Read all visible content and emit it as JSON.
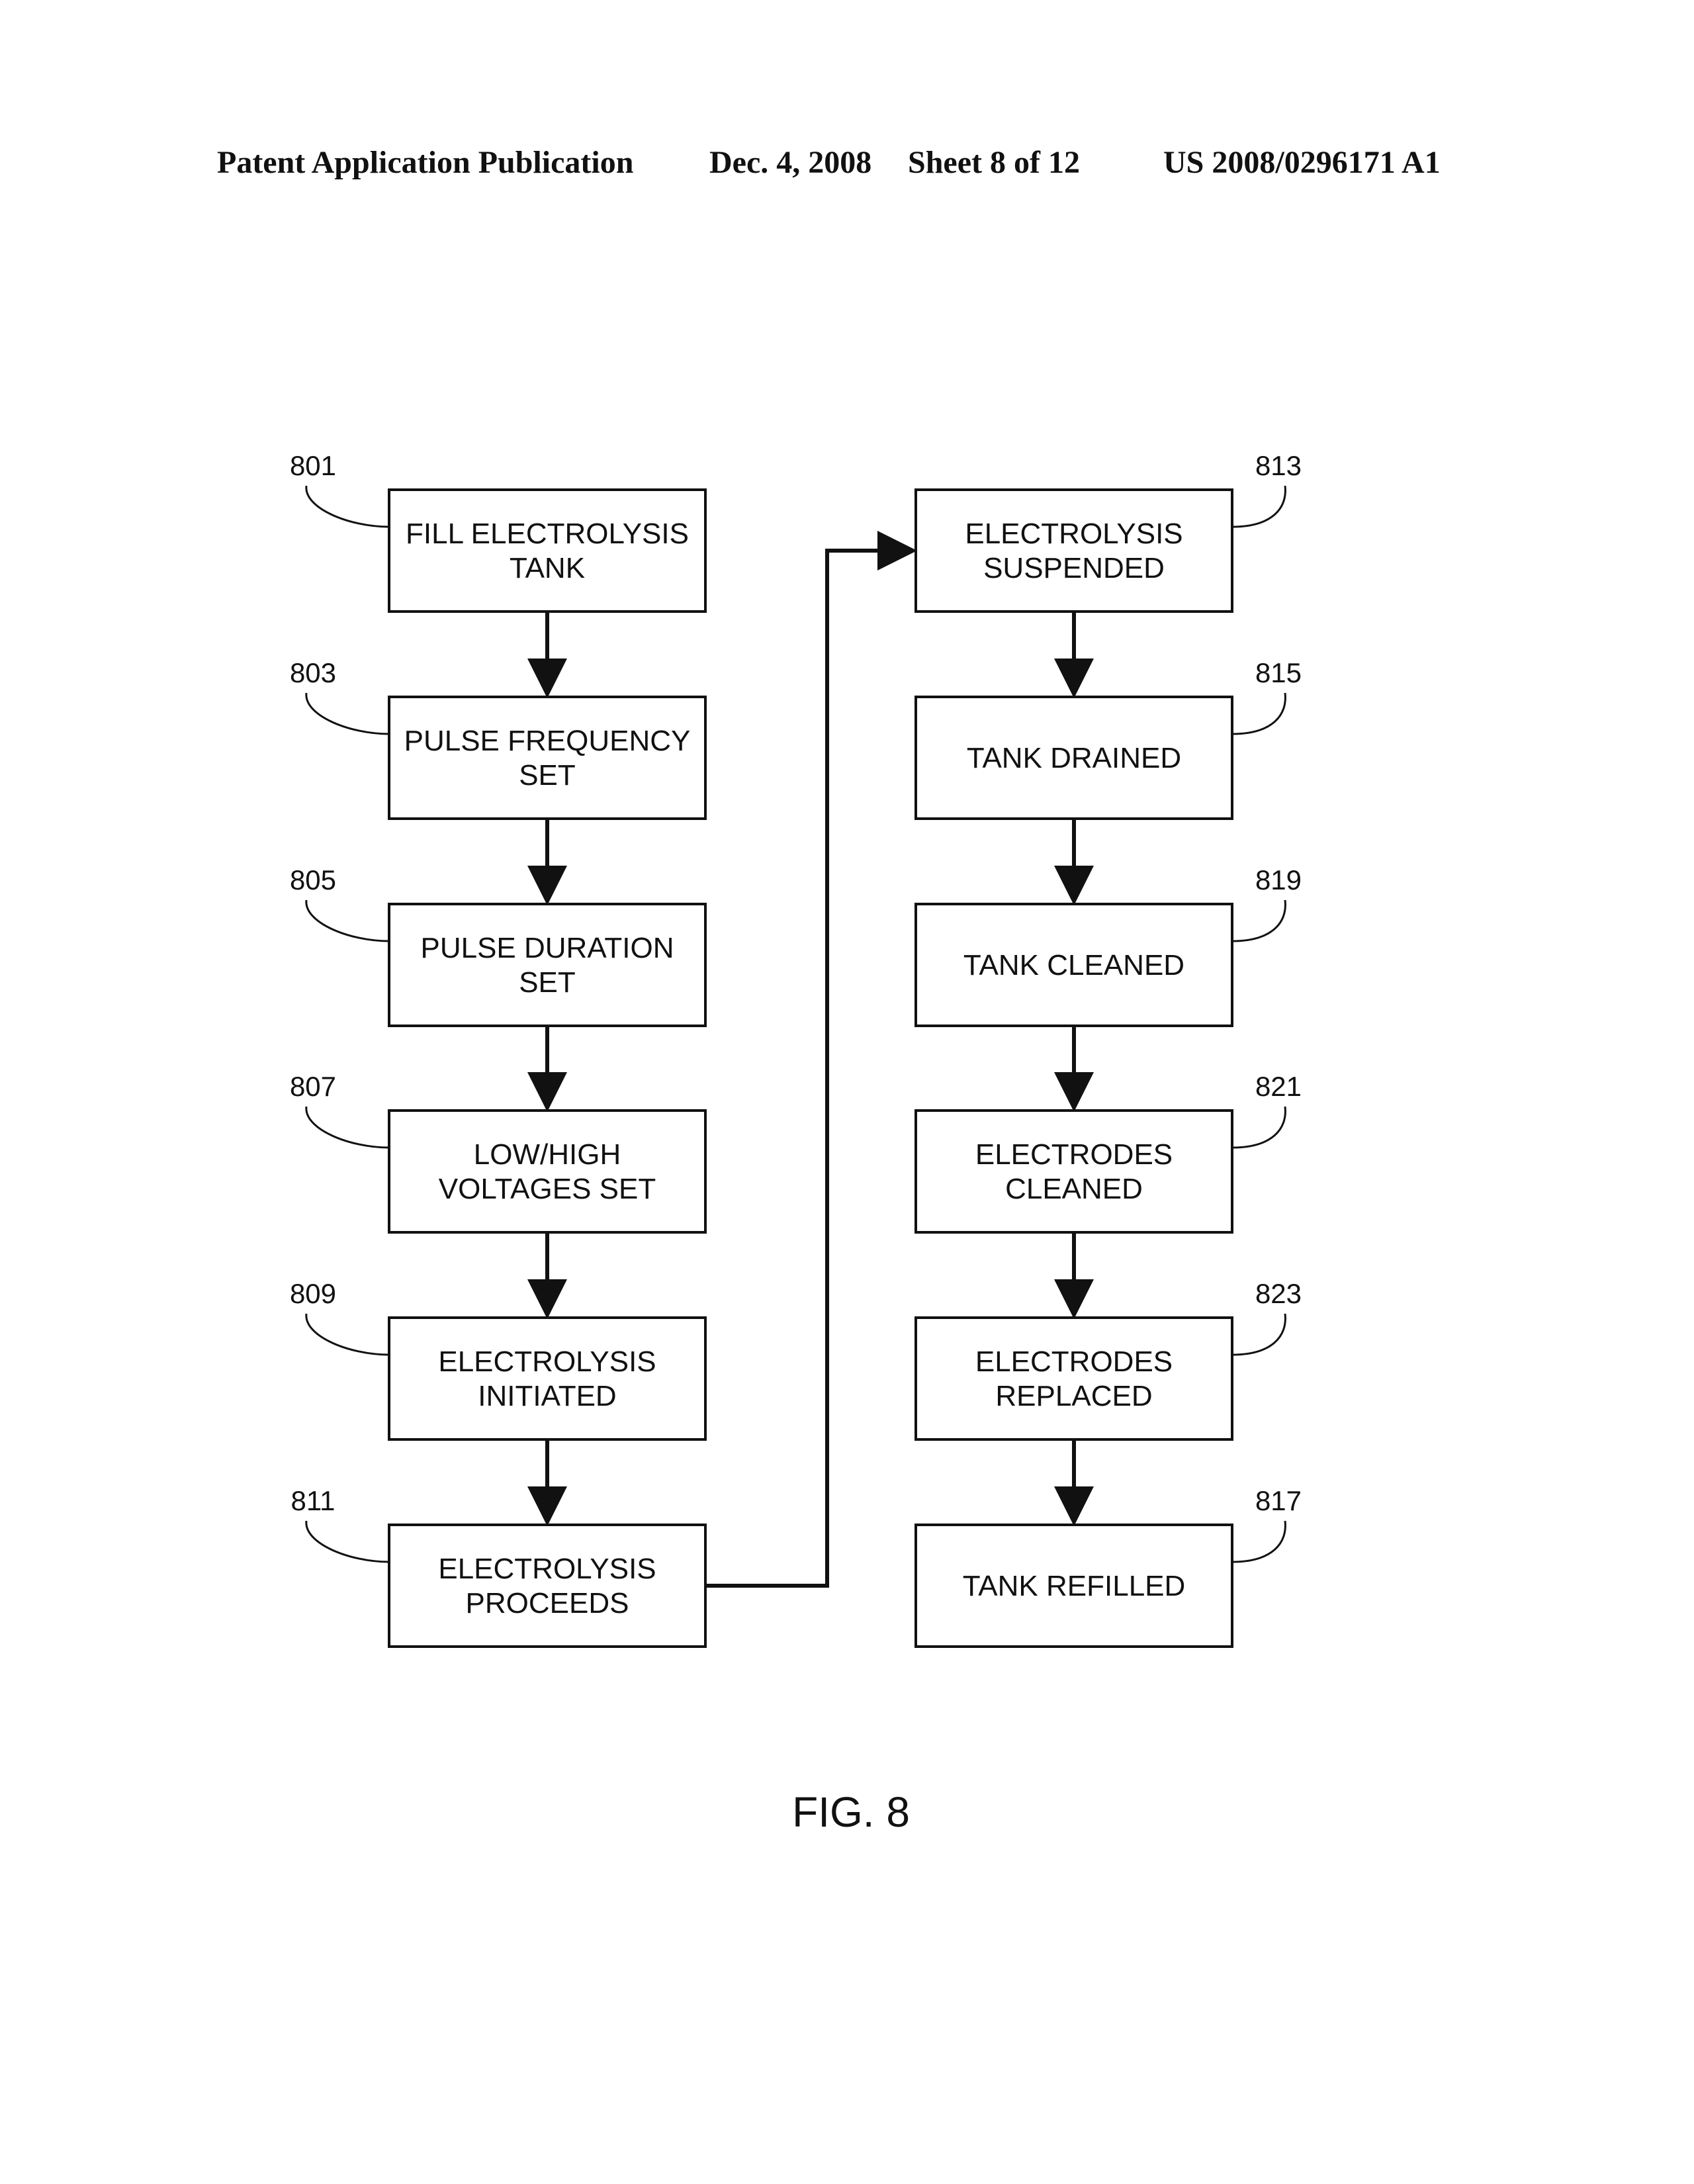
{
  "header": {
    "publication": "Patent Application Publication",
    "date": "Dec. 4, 2008",
    "sheet": "Sheet 8 of 12",
    "number": "US 2008/0296171 A1"
  },
  "figure_label": "FIG. 8",
  "steps": [
    {
      "id": "801",
      "lines": [
        "FILL ELECTROLYSIS",
        "TANK"
      ]
    },
    {
      "id": "803",
      "lines": [
        "PULSE FREQUENCY",
        "SET"
      ]
    },
    {
      "id": "805",
      "lines": [
        "PULSE DURATION",
        "SET"
      ]
    },
    {
      "id": "807",
      "lines": [
        "LOW/HIGH",
        "VOLTAGES SET"
      ]
    },
    {
      "id": "809",
      "lines": [
        "ELECTROLYSIS",
        "INITIATED"
      ]
    },
    {
      "id": "811",
      "lines": [
        "ELECTROLYSIS",
        "PROCEEDS"
      ]
    },
    {
      "id": "813",
      "lines": [
        "ELECTROLYSIS",
        "SUSPENDED"
      ]
    },
    {
      "id": "815",
      "lines": [
        "TANK DRAINED"
      ]
    },
    {
      "id": "819",
      "lines": [
        "TANK CLEANED"
      ]
    },
    {
      "id": "821",
      "lines": [
        "ELECTRODES",
        "CLEANED"
      ]
    },
    {
      "id": "823",
      "lines": [
        "ELECTRODES",
        "REPLACED"
      ]
    },
    {
      "id": "817",
      "lines": [
        "TANK REFILLED"
      ]
    }
  ],
  "flow": [
    [
      "801",
      "803"
    ],
    [
      "803",
      "805"
    ],
    [
      "805",
      "807"
    ],
    [
      "807",
      "809"
    ],
    [
      "809",
      "811"
    ],
    [
      "811",
      "813"
    ],
    [
      "813",
      "815"
    ],
    [
      "815",
      "819"
    ],
    [
      "819",
      "821"
    ],
    [
      "821",
      "823"
    ],
    [
      "823",
      "817"
    ]
  ]
}
